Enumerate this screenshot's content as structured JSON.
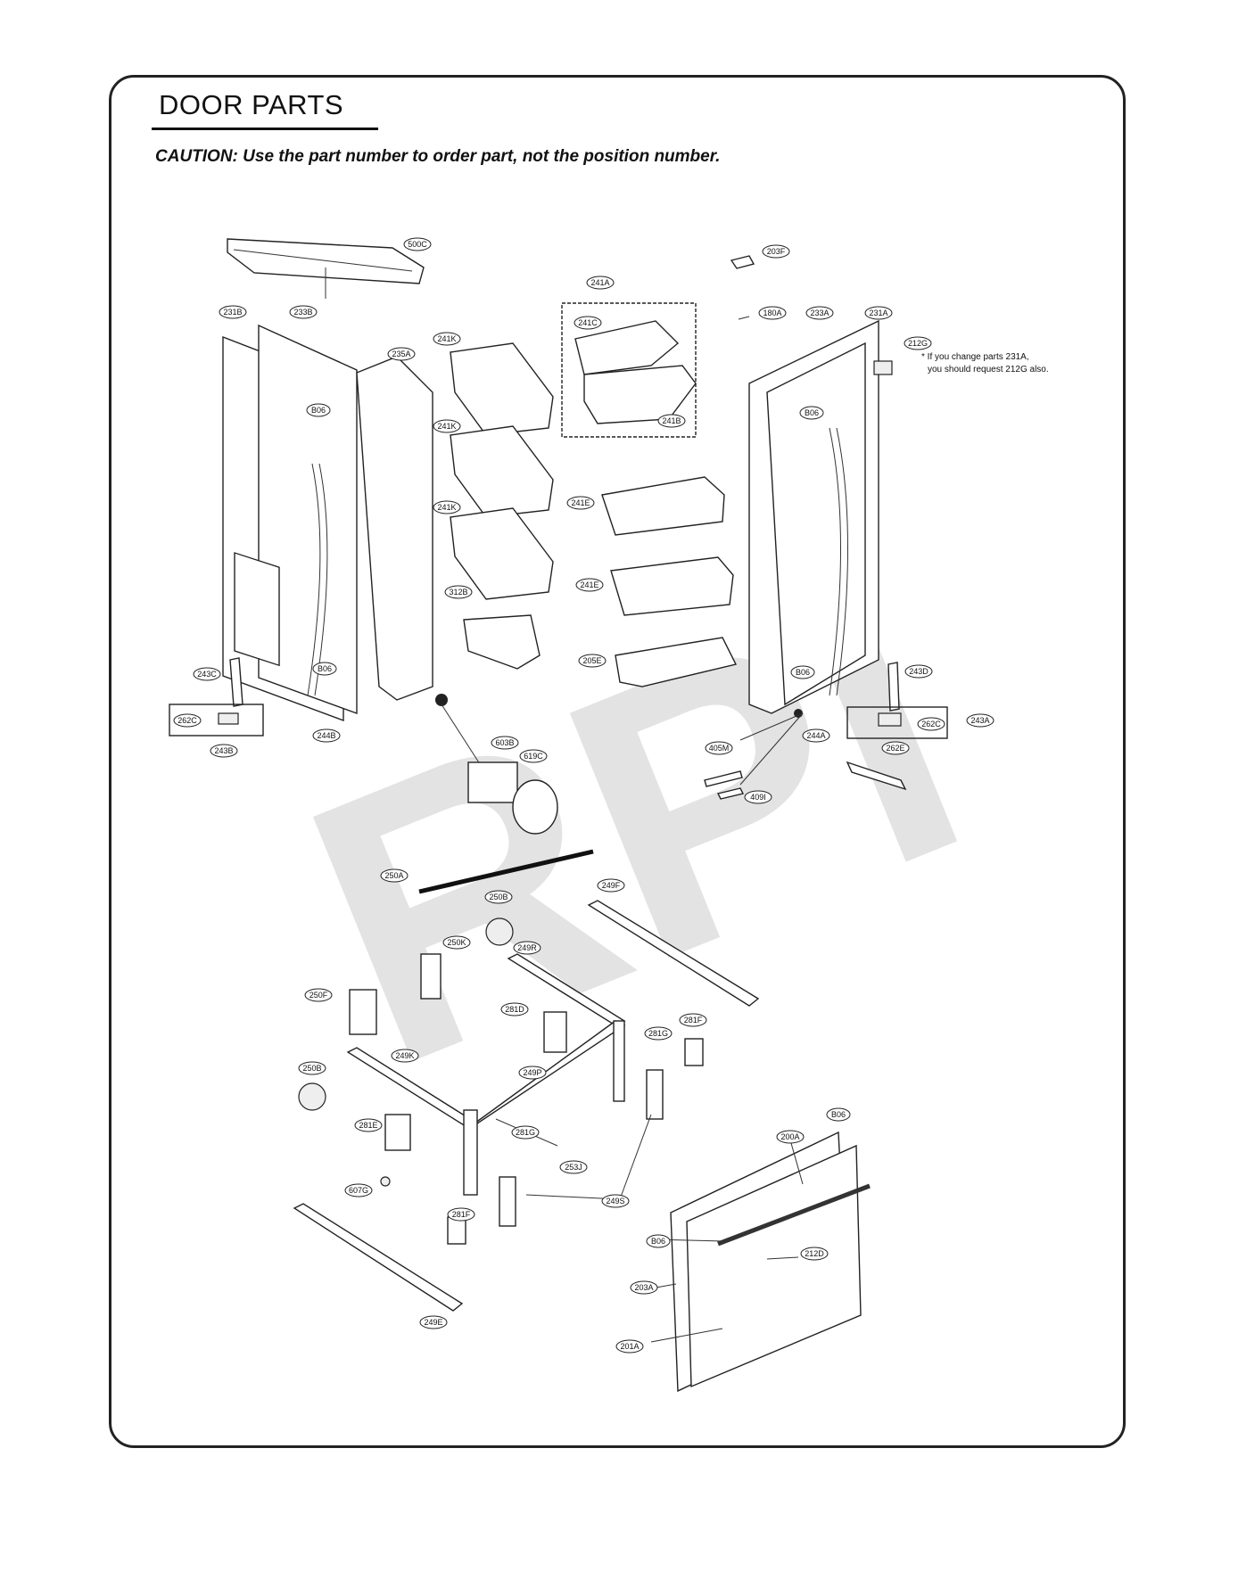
{
  "header": {
    "title": "DOOR PARTS",
    "caution": "CAUTION: Use the part number to order part, not the position number."
  },
  "note": {
    "line1": "* If you change parts 231A,",
    "line2": "you should request 212G also."
  },
  "watermark": "RPI",
  "labels": {
    "l500C": "500C",
    "l203F": "203F",
    "l241A": "241A",
    "l180A": "180A",
    "l231B": "231B",
    "l233B": "233B",
    "l235A": "235A",
    "l241K1": "241K",
    "l241C": "241C",
    "l233A": "233A",
    "l231A": "231A",
    "l212G": "212G",
    "l241B": "241B",
    "l241K2": "241K",
    "l241E1": "241E",
    "l241K3": "241K",
    "l241E2": "241E",
    "l312B": "312B",
    "l205E": "205E",
    "l B06a": "B06",
    "lB06a": "B06",
    "lB06b": "B06",
    "lB06c": "B06",
    "lB06d": "B06",
    "lB06e": "B06",
    "lB06f": "B06",
    "l243C": "243C",
    "l262C1": "262C",
    "l243B": "243B",
    "l244B": "244B",
    "l243D": "243D",
    "l262C2": "262C",
    "l243A": "243A",
    "l244A": "244A",
    "l262E": "262E",
    "l603B": "603B",
    "l619C": "619C",
    "l405M": "405M",
    "l409I": "409I",
    "l250A": "250A",
    "l250B1": "250B",
    "l249F": "249F",
    "l250K": "250K",
    "l249R": "249R",
    "l250F": "250F",
    "l281D": "281D",
    "l281G1": "281G",
    "l281F1": "281F",
    "l249K": "249K",
    "l250B2": "250B",
    "l249P": "249P",
    "l281E": "281E",
    "l281G2": "281G",
    "l253J": "253J",
    "l607G": "607G",
    "l281F2": "281F",
    "l249S": "249S",
    "l249E": "249E",
    "l200A": "200A",
    "l212D": "212D",
    "l203A": "203A",
    "l201A": "201A"
  }
}
